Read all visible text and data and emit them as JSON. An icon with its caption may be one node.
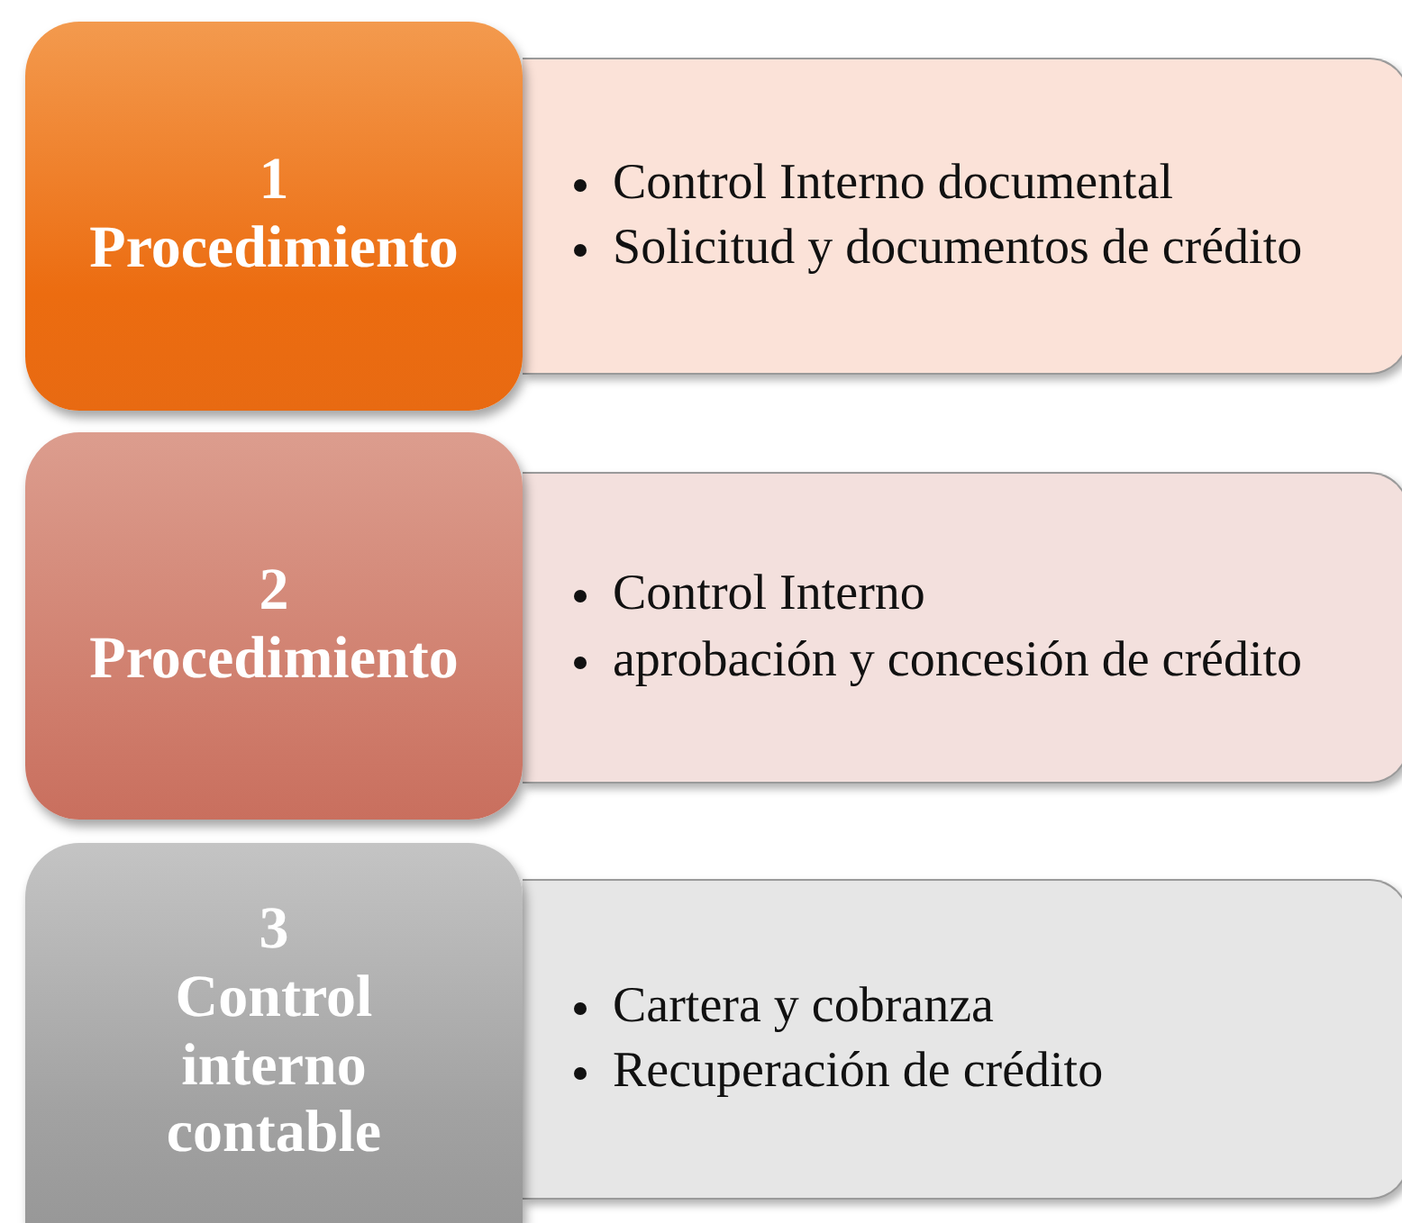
{
  "diagram": {
    "nodes": [
      {
        "text": [
          "1",
          "Procedimiento"
        ]
      },
      {
        "text": [
          "Control Interno documental",
          "Solicitud y documentos de crédito"
        ]
      },
      {
        "text": [
          "2",
          "Procedimiento"
        ]
      },
      {
        "text": [
          "Control Interno",
          "aprobación y concesión de crédito"
        ]
      },
      {
        "text": [
          "3",
          "Control interno contable"
        ]
      },
      {
        "text": [
          "Cartera y cobranza",
          "Recuperación de crédito"
        ]
      }
    ]
  }
}
